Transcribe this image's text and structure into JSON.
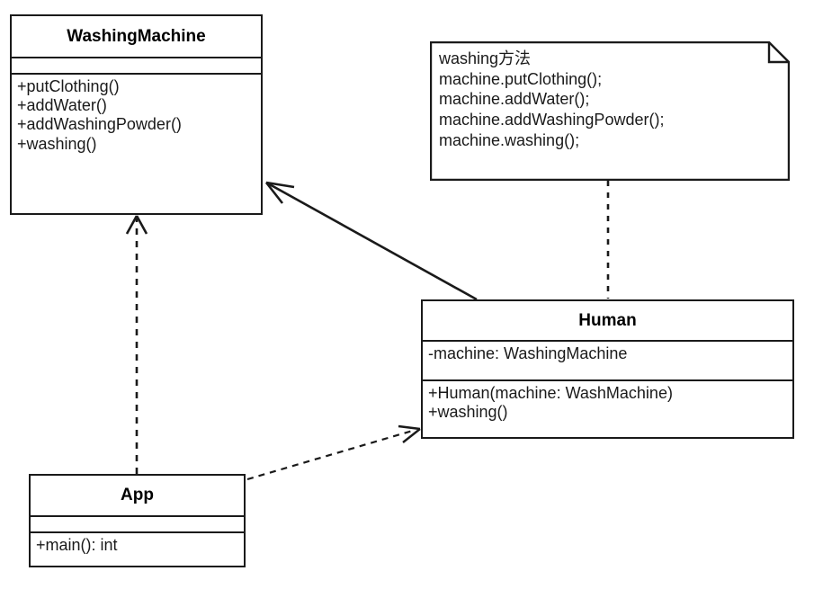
{
  "diagram": {
    "kind": "uml-class-diagram",
    "background": "#ffffff",
    "line_color": "#1a1a1a"
  },
  "classes": {
    "washing_machine": {
      "name": "WashingMachine",
      "attributes": [],
      "operations": [
        "+putClothing()",
        "+addWater()",
        "+addWashingPowder()",
        "+washing()"
      ]
    },
    "human": {
      "name": "Human",
      "attributes": [
        "-machine: WashingMachine"
      ],
      "operations": [
        "+Human(machine: WashMachine)",
        "+washing()"
      ]
    },
    "app": {
      "name": "App",
      "attributes": [],
      "operations": [
        "+main(): int"
      ]
    }
  },
  "note": {
    "lines": [
      "washing方法",
      "machine.putClothing();",
      "machine.addWater();",
      "machine.addWashingPowder();",
      "machine.washing();"
    ]
  },
  "connectors": [
    {
      "id": "human-to-washingmachine",
      "style": "solid",
      "arrow": "open",
      "from": "Human",
      "to": "WashingMachine"
    },
    {
      "id": "app-to-washingmachine",
      "style": "dashed",
      "arrow": "open",
      "from": "App",
      "to": "WashingMachine"
    },
    {
      "id": "app-to-human",
      "style": "dashed",
      "arrow": "open",
      "from": "App",
      "to": "Human"
    },
    {
      "id": "note-to-human",
      "style": "dashed",
      "arrow": "none",
      "from": "washing方法 note",
      "to": "Human"
    }
  ]
}
